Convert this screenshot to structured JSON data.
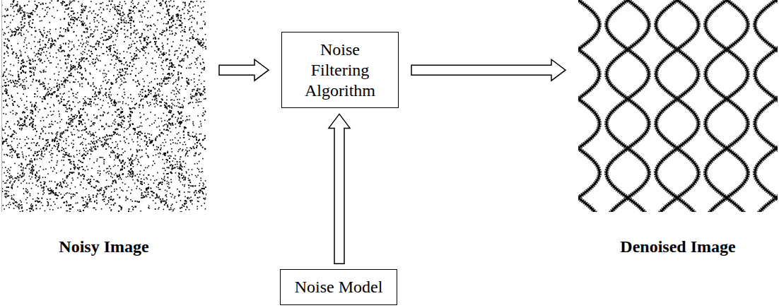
{
  "diagram": {
    "nodes": [
      {
        "text": [
          "Noisy Image"
        ]
      },
      {
        "text": [
          "Noise Filtering Algorithm"
        ]
      },
      {
        "text": [
          "Denoised Image"
        ]
      },
      {
        "text": [
          "Noise Model"
        ]
      }
    ],
    "edges": [
      {
        "from": 0,
        "to": 1,
        "arrow": "to"
      },
      {
        "from": 1,
        "to": 2,
        "arrow": "to"
      },
      {
        "from": 3,
        "to": 1,
        "arrow": "to"
      }
    ]
  }
}
